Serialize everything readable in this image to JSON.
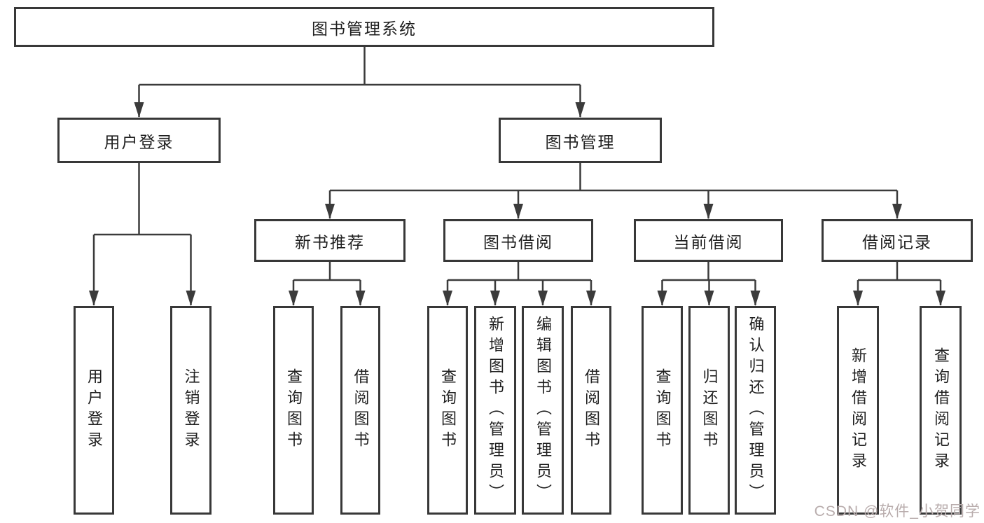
{
  "diagram": {
    "title": "图书管理系统",
    "branches": [
      {
        "label": "用户登录",
        "children": [
          "用户登录",
          "注销登录"
        ]
      },
      {
        "label": "图书管理",
        "sections": [
          {
            "label": "新书推荐",
            "children": [
              "查询图书",
              "借阅图书"
            ]
          },
          {
            "label": "图书借阅",
            "children": [
              "查询图书",
              "新增图书（管理员）",
              "编辑图书（管理员）",
              "借阅图书"
            ]
          },
          {
            "label": "当前借阅",
            "children": [
              "查询图书",
              "归还图书",
              "确认归还（管理员）"
            ]
          },
          {
            "label": "借阅记录",
            "children": [
              "新增借阅记录",
              "查询借阅记录"
            ]
          }
        ]
      }
    ]
  },
  "watermark": {
    "text": "CSDN @软件_小贺同学"
  },
  "colors": {
    "line": "#3b3b3b",
    "box_border": "#383838",
    "box_fill": "#ffffff",
    "text": "#1f1f1f",
    "watermark": "#b9adad",
    "background": "#ffffff"
  }
}
